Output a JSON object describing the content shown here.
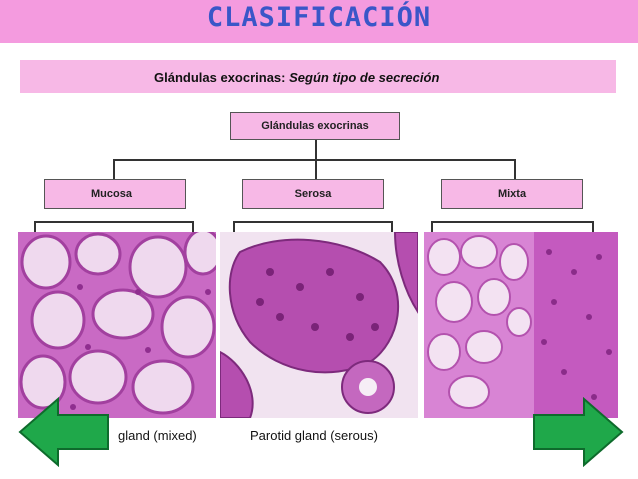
{
  "header": {
    "title": "CLASIFICACIÓN"
  },
  "subtitle": {
    "prefix": "Glándulas exocrinas:",
    "emphasis": "Según tipo de secreción"
  },
  "diagram": {
    "root": "Glándulas exocrinas",
    "children": [
      "Mucosa",
      "Serosa",
      "Mixta"
    ]
  },
  "captions": {
    "left": "gland (mixed)",
    "middle": "Parotid gland (serous)"
  },
  "colors": {
    "header": "#f49bdf",
    "box": "#f7b8e6",
    "title": "#3a56c8",
    "arrow": "#1fa84a"
  },
  "icons": {
    "prev": "arrow-left-icon",
    "next": "arrow-right-icon"
  }
}
